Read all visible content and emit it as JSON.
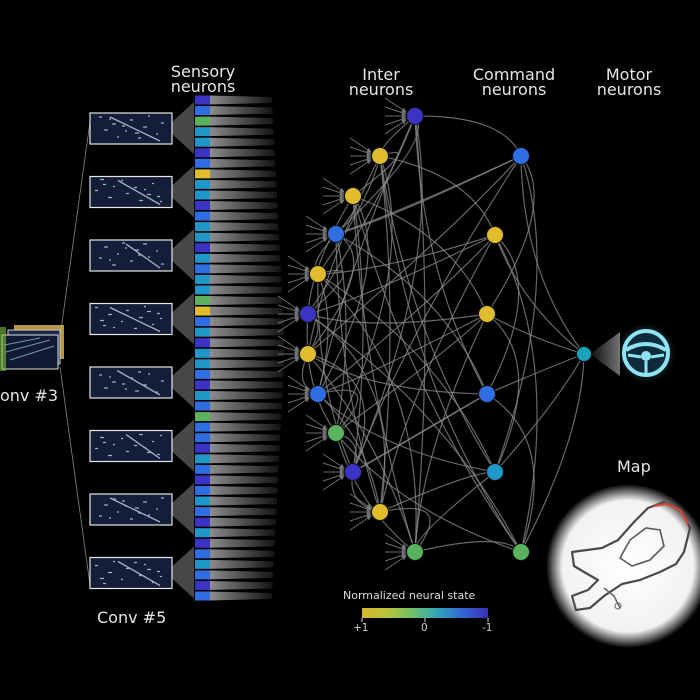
{
  "headers": {
    "sensory": [
      "Sensory",
      "neurons"
    ],
    "inter": [
      "Inter",
      "neurons"
    ],
    "command": [
      "Command",
      "neurons"
    ],
    "motor": [
      "Motor",
      "neurons"
    ]
  },
  "labels": {
    "conv3": "onv #3",
    "conv5": "Conv #5",
    "map": "Map"
  },
  "colorbar": {
    "title": "Normalized neural state",
    "ticks": [
      "+1",
      "0",
      "-1"
    ],
    "stops": [
      "#d9b52c",
      "#b9c43a",
      "#6fc06a",
      "#2fa3bb",
      "#3465d6",
      "#3a2fb0"
    ]
  },
  "colors": {
    "yellow": "#e1bd2d",
    "blue": "#2f6ee0",
    "darkblue": "#3b33c4",
    "cyan": "#1f97c9",
    "green": "#5bb25e",
    "teal": "#1aa3b8",
    "edge": "#8a8a8a"
  },
  "sensory_states": [
    "darkblue",
    "blue",
    "green",
    "cyan",
    "cyan",
    "darkblue",
    "blue",
    "yellow",
    "cyan",
    "cyan",
    "darkblue",
    "blue",
    "cyan",
    "cyan",
    "darkblue",
    "cyan",
    "blue",
    "cyan",
    "cyan",
    "green",
    "yellow",
    "blue",
    "cyan",
    "darkblue",
    "cyan",
    "cyan",
    "blue",
    "darkblue",
    "cyan",
    "blue",
    "green",
    "blue",
    "blue",
    "darkblue",
    "cyan",
    "blue",
    "darkblue",
    "blue",
    "cyan",
    "blue",
    "darkblue",
    "cyan",
    "darkblue",
    "blue",
    "cyan",
    "blue",
    "darkblue",
    "blue"
  ],
  "inter_states": [
    "darkblue",
    "yellow",
    "yellow",
    "blue",
    "yellow",
    "darkblue",
    "yellow",
    "blue",
    "green",
    "darkblue",
    "yellow",
    "green"
  ],
  "command_states": [
    "blue",
    "yellow",
    "yellow",
    "blue",
    "cyan",
    "green",
    "blue"
  ],
  "motor_states": [
    "teal"
  ]
}
